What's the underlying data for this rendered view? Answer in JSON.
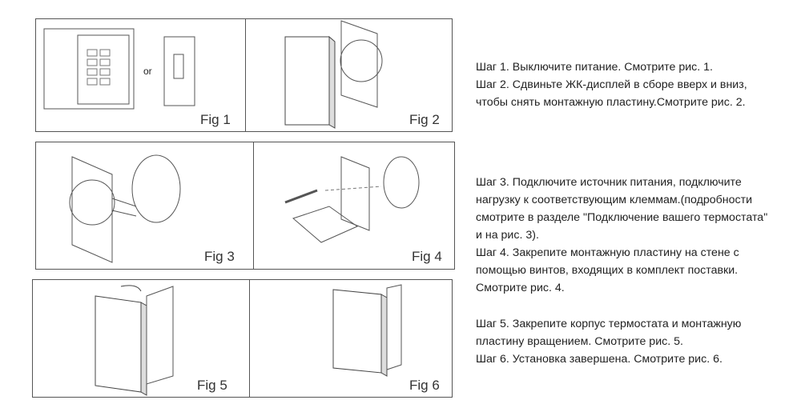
{
  "figures": {
    "fig1": "Fig 1",
    "fig2": "Fig 2",
    "fig3": "Fig 3",
    "fig4": "Fig 4",
    "fig5": "Fig 5",
    "fig6": "Fig 6",
    "or": "or"
  },
  "steps": {
    "block1": [
      "Шаг 1. Выключите питание. Смотрите рис. 1.",
      "Шаг 2. Сдвиньте ЖК-дисплей в сборе вверх и вниз,",
      "чтобы снять монтажную пластину.Смотрите рис. 2."
    ],
    "block2": [
      "Шаг 3. Подключите источник питания, подключите",
      "нагрузку к соответствующим клеммам.(подробности",
      "смотрите в разделе \"Подключение вашего термостата\"",
      "и на рис. 3).",
      "Шаг 4. Закрепите монтажную пластину на стене с",
      "помощью винтов, входящих в комплект поставки.",
      "Смотрите рис. 4."
    ],
    "block3": [
      "Шаг 5. Закрепите корпус термостата и монтажную",
      "пластину вращением. Смотрите рис. 5.",
      "Шаг 6. Установка завершена. Смотрите рис. 6."
    ]
  }
}
